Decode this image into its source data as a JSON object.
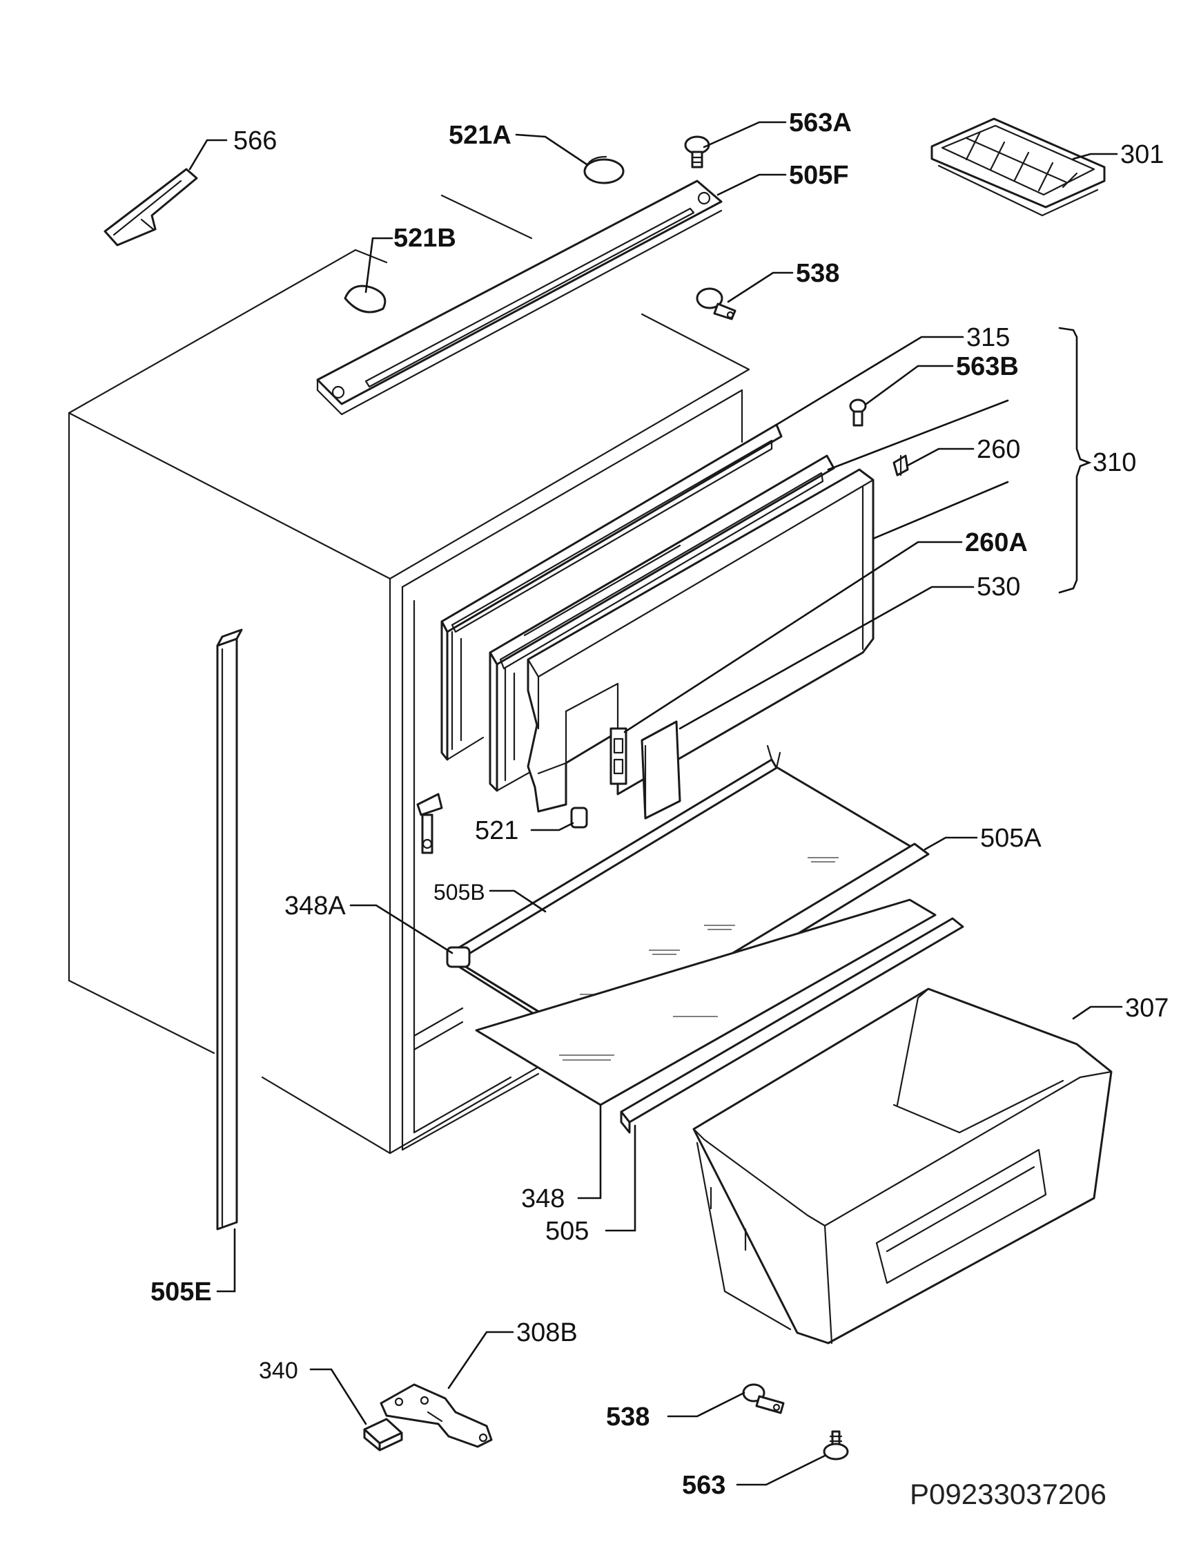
{
  "drawing_code": "P09233037206",
  "labels": [
    {
      "id": "566",
      "text": "566"
    },
    {
      "id": "521A",
      "text": "521A"
    },
    {
      "id": "563A",
      "text": "563A"
    },
    {
      "id": "505F",
      "text": "505F"
    },
    {
      "id": "301",
      "text": "301"
    },
    {
      "id": "521B",
      "text": "521B"
    },
    {
      "id": "538-top",
      "text": "538"
    },
    {
      "id": "315",
      "text": "315"
    },
    {
      "id": "563B",
      "text": "563B"
    },
    {
      "id": "260",
      "text": "260"
    },
    {
      "id": "310",
      "text": "310"
    },
    {
      "id": "260A",
      "text": "260A"
    },
    {
      "id": "530",
      "text": "530"
    },
    {
      "id": "521",
      "text": "521"
    },
    {
      "id": "505A",
      "text": "505A"
    },
    {
      "id": "505B",
      "text": "505B"
    },
    {
      "id": "348A",
      "text": "348A"
    },
    {
      "id": "307",
      "text": "307"
    },
    {
      "id": "348",
      "text": "348"
    },
    {
      "id": "505",
      "text": "505"
    },
    {
      "id": "505E",
      "text": "505E"
    },
    {
      "id": "308B",
      "text": "308B"
    },
    {
      "id": "340",
      "text": "340"
    },
    {
      "id": "538-bottom",
      "text": "538"
    },
    {
      "id": "563",
      "text": "563"
    }
  ]
}
